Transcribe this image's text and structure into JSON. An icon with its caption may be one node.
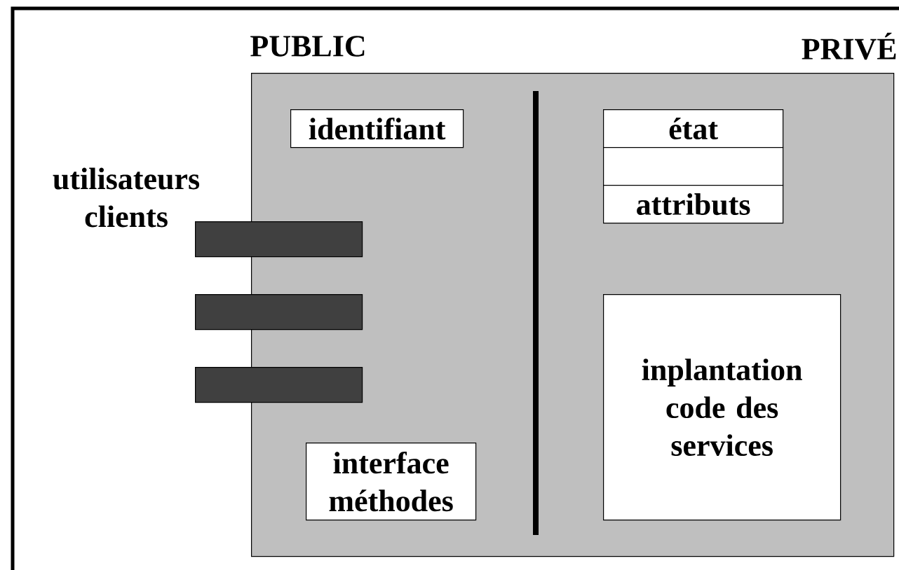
{
  "diagram": {
    "nodes": [
      {
        "text": [],
        "shape": "box"
      },
      {
        "text": [
          "identifiant"
        ],
        "in": 0
      },
      {
        "text": [
          "état"
        ],
        "in": 0
      },
      {
        "text": [],
        "shape": "box",
        "in": 0
      },
      {
        "text": [
          "attributs"
        ],
        "in": 0
      },
      {
        "text": [],
        "shape": "bar"
      },
      {
        "text": [],
        "shape": "bar"
      },
      {
        "text": [],
        "shape": "bar"
      },
      {
        "text": [
          "inplantation code des services"
        ],
        "in": 0
      },
      {
        "text": [
          "interface méthodes"
        ],
        "in": 0
      }
    ],
    "labels": [
      "PUBLIC",
      "PRIVÉ",
      "utilisateurs clients"
    ]
  }
}
